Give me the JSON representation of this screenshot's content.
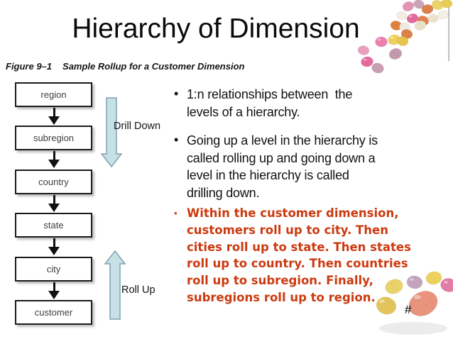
{
  "slide": {
    "title": "Hierarchy of Dimension",
    "slide_number": "#"
  },
  "figure": {
    "label": "Figure 9–1",
    "title": "Sample Rollup for a Customer Dimension"
  },
  "diagram": {
    "boxes": [
      "region",
      "subregion",
      "country",
      "state",
      "city",
      "customer"
    ],
    "drill_down_label": "Drill Down",
    "roll_up_label": "Roll Up"
  },
  "bullets": [
    {
      "marker": "•",
      "lines": [
        "1:n relationships between  the",
        "levels of a hierarchy."
      ]
    },
    {
      "marker": "•",
      "lines": [
        "Going up a level in the hierarchy is",
        "called rolling up and going down a",
        "level in the hierarchy is called",
        "drilling down."
      ]
    },
    {
      "marker": "•",
      "lines": [
        "Within the customer dimension,",
        "customers roll up to city. Then",
        "cities roll up to state. Then states",
        "roll up to country. Then countries",
        "roll up to subregion. Finally,",
        "subregions roll up to region."
      ]
    }
  ],
  "colors": {
    "title_text": "#0a0a0a",
    "body_text": "#111111",
    "emphasis_text": "#cc3a10",
    "box_border": "#1b1b1b",
    "arrow_fill": "#c6e0e6",
    "arrow_stroke": "#7fa3ad"
  }
}
